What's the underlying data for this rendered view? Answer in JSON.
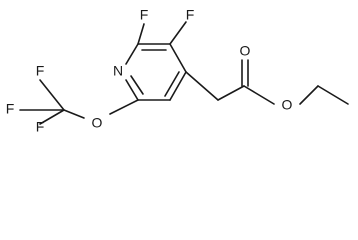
{
  "molecule": {
    "atoms": {
      "f_top_left": "F",
      "f_top_right": "F",
      "n_ring": "N",
      "f_cf3_top": "F",
      "f_cf3_left": "F",
      "f_cf3_bottom": "F",
      "o_ether": "O",
      "o_carbonyl": "O",
      "o_ester": "O"
    }
  }
}
